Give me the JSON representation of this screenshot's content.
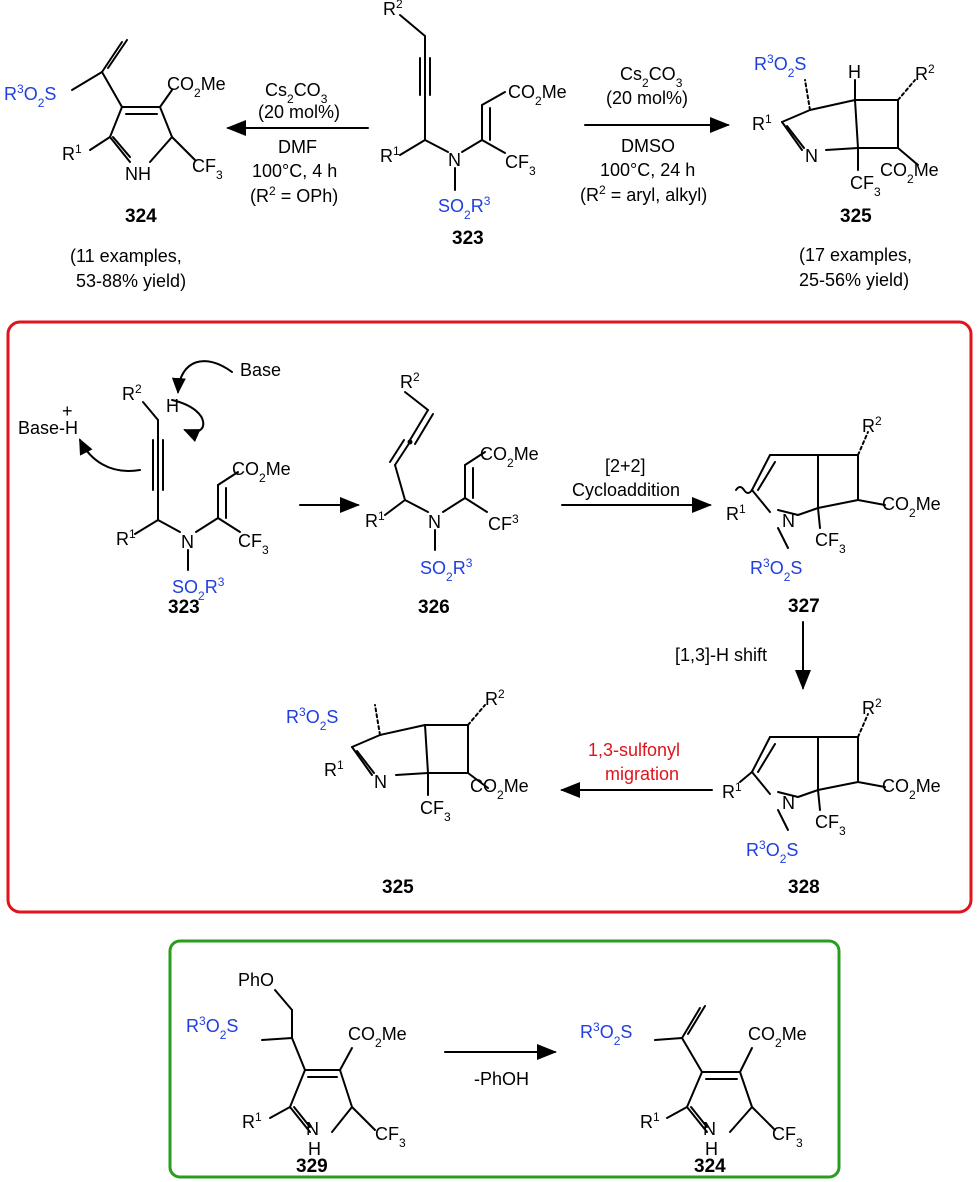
{
  "compounds": {
    "c323_top": "323",
    "c324_top": "324",
    "c325_top": "325",
    "c323_mech": "323",
    "c326": "326",
    "c327": "327",
    "c328": "328",
    "c325_mech": "325",
    "c329": "329",
    "c324_bottom": "324"
  },
  "conditions": {
    "left_reagent": "Cs2CO3",
    "left_loading": "(20 mol%)",
    "left_solvent": "DMF",
    "left_temp": "100°C, 4 h",
    "left_note": "(R2 = OPh)",
    "right_reagent": "Cs2CO3",
    "right_loading": "(20 mol%)",
    "right_solvent": "DMSO",
    "right_temp": "100°C, 24 h",
    "right_note": "(R2 = aryl, alkyl)"
  },
  "yields": {
    "left_line1": "(11 examples,",
    "left_line2": "53-88% yield)",
    "right_line1": "(17 examples,",
    "right_line2": "25-56% yield)"
  },
  "steps": {
    "cycloaddition_1": "[2+2]",
    "cycloaddition_2": "Cycloaddition",
    "shift": "[1,3]-H shift",
    "migration_1": "1,3-sulfonyl",
    "migration_2": "migration",
    "elimination": "-PhOH"
  },
  "labels": {
    "base": "Base",
    "base_h": "Base-H",
    "plus": "+",
    "co2me": "CO2Me",
    "cf3": "CF3",
    "so2r3": "SO2R3",
    "r3o2s": "R3O2S",
    "r1": "R1",
    "r2": "R2",
    "n": "N",
    "nh": "NH",
    "h": "H",
    "pho": "PhO"
  },
  "colors": {
    "mechanism_box": "#e0141c",
    "elimination_box": "#2a9d1e",
    "sulfonyl": "#1f3ee0"
  }
}
